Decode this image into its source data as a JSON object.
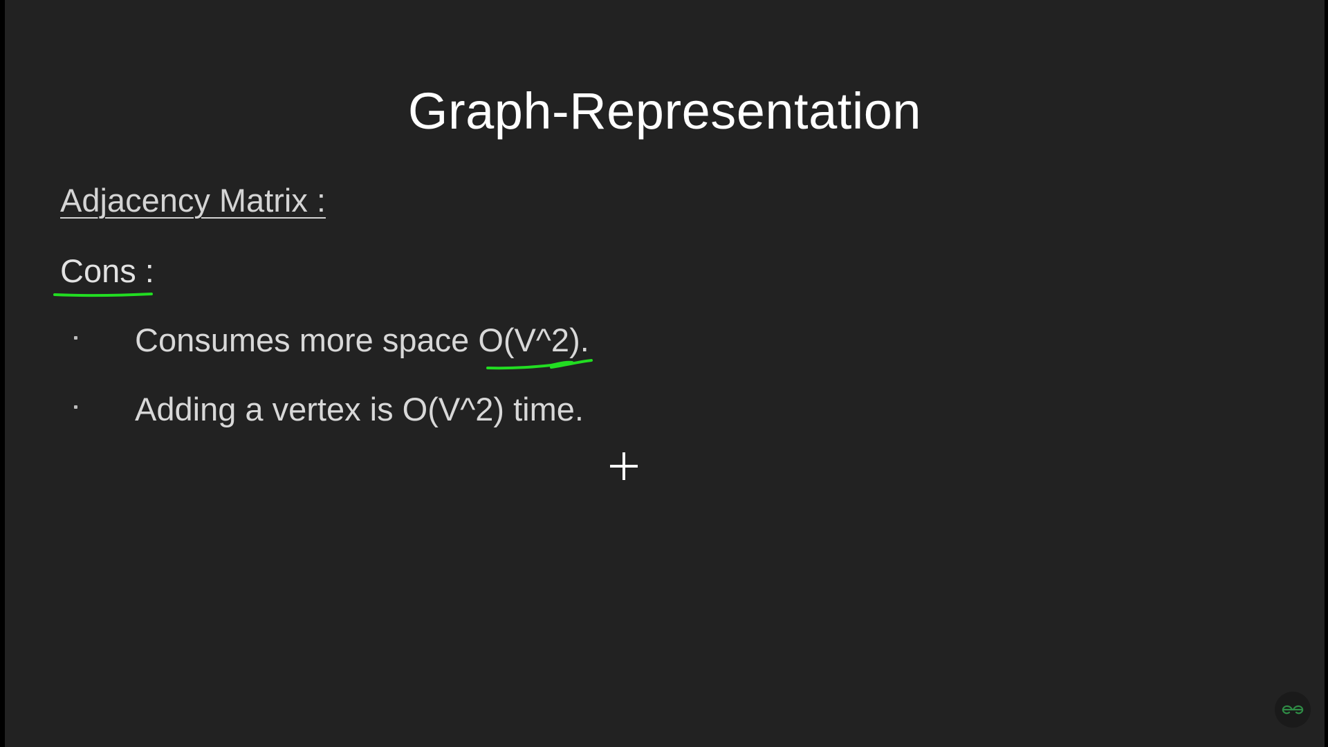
{
  "slide": {
    "title": "Graph-Representation",
    "section_heading": "Adjacency Matrix :",
    "cons_label": "Cons :",
    "bullets": [
      "Consumes more space O(V^2).",
      "Adding a vertex is O(V^2) time."
    ]
  },
  "annotations": {
    "ink_color": "#22dd22"
  },
  "brand": {
    "logo_icon": "gfg-logo-icon",
    "color": "#2f8d46"
  },
  "colors": {
    "slide_background": "#222222",
    "title": "#ffffff",
    "body_text": "#d8d8d8"
  }
}
